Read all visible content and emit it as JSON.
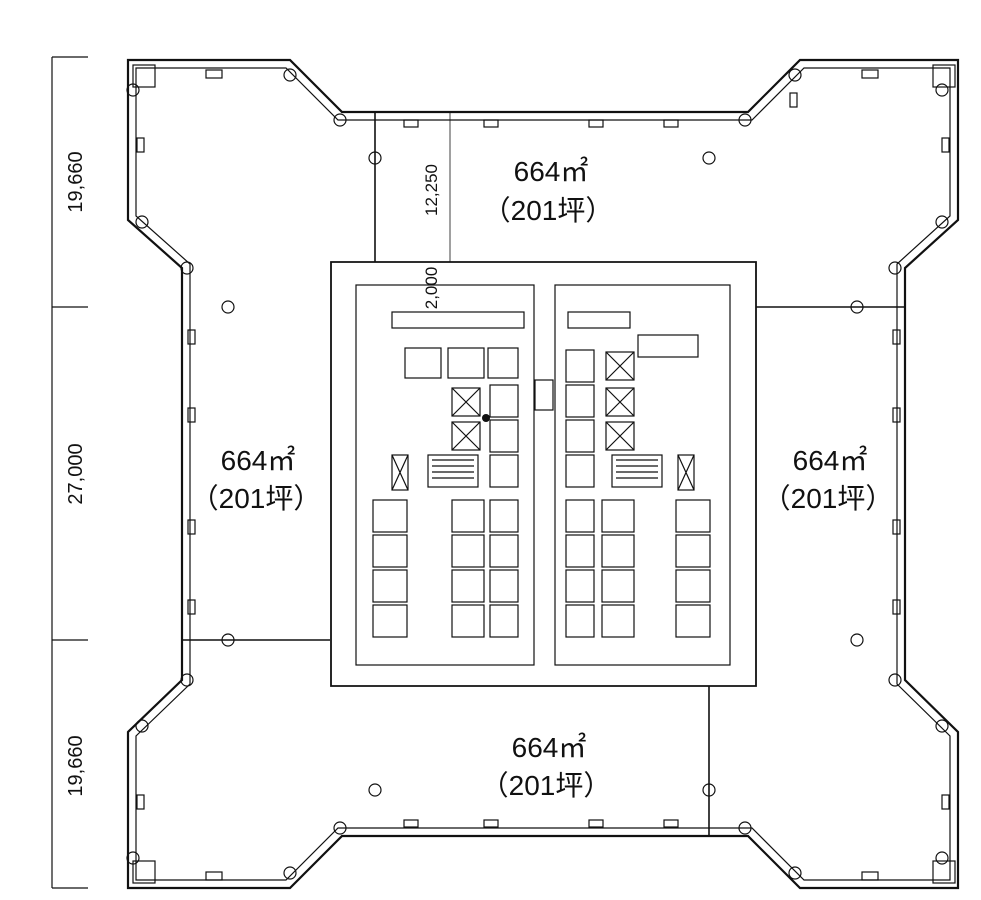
{
  "dimensions": {
    "left_top": "19,660",
    "left_middle": "27,000",
    "left_bottom": "19,660",
    "core_depth": "12,250",
    "core_gap": "2,000"
  },
  "zones": [
    {
      "id": "north",
      "area": "664㎡",
      "tsubo": "（201坪）"
    },
    {
      "id": "west",
      "area": "664㎡",
      "tsubo": "（201坪）"
    },
    {
      "id": "east",
      "area": "664㎡",
      "tsubo": "（201坪）"
    },
    {
      "id": "south",
      "area": "664㎡",
      "tsubo": "（201坪）"
    }
  ],
  "colors": {
    "floor_fill": "#e4eff9",
    "core_fill": "#ffffff",
    "line": "#111111"
  }
}
